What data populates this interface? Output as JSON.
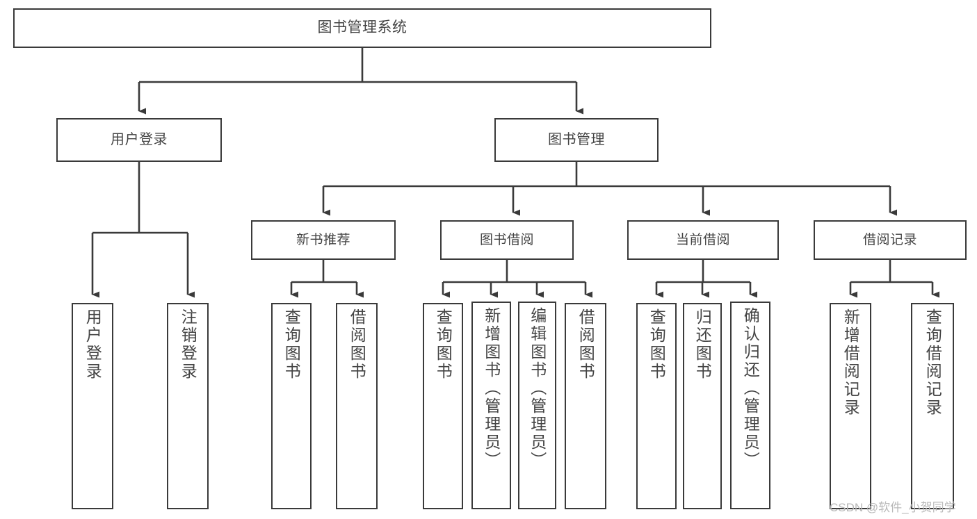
{
  "diagram": {
    "type": "tree-hierarchy-chart",
    "title": "图书管理系统",
    "line_color": "#3a3a3a",
    "text_color": "#444444",
    "background": "#ffffff"
  },
  "root": {
    "label": "图书管理系统"
  },
  "level1": [
    {
      "id": "user-login",
      "label": "用户登录"
    },
    {
      "id": "book-manage",
      "label": "图书管理"
    }
  ],
  "level2": [
    {
      "id": "new-book-rec",
      "label": "新书推荐",
      "parent": "book-manage"
    },
    {
      "id": "book-borrow",
      "label": "图书借阅",
      "parent": "book-manage"
    },
    {
      "id": "current-borrow",
      "label": "当前借阅",
      "parent": "book-manage"
    },
    {
      "id": "borrow-record",
      "label": "借阅记录",
      "parent": "book-manage"
    }
  ],
  "leaves": {
    "user_login": [
      {
        "id": "user-login-leaf",
        "label": "用户登录"
      },
      {
        "id": "logout-login",
        "label": "注销登录"
      }
    ],
    "new_book_rec": [
      {
        "id": "query-book-1",
        "label": "查询图书"
      },
      {
        "id": "borrow-book-1",
        "label": "借阅图书"
      }
    ],
    "book_borrow": [
      {
        "id": "query-book-2",
        "label": "查询图书"
      },
      {
        "id": "add-book",
        "label": "新增图书（管理员）"
      },
      {
        "id": "edit-book",
        "label": "编辑图书（管理员）"
      },
      {
        "id": "borrow-book-2",
        "label": "借阅图书"
      }
    ],
    "current_borrow": [
      {
        "id": "query-book-3",
        "label": "查询图书"
      },
      {
        "id": "return-book",
        "label": "归还图书"
      },
      {
        "id": "confirm-return",
        "label": "确认归还（管理员）"
      }
    ],
    "borrow_record": [
      {
        "id": "add-record",
        "label": "新增借阅记录"
      },
      {
        "id": "query-record",
        "label": "查询借阅记录"
      }
    ]
  },
  "watermark": {
    "text": "CSDN @软件_小贺同学"
  }
}
